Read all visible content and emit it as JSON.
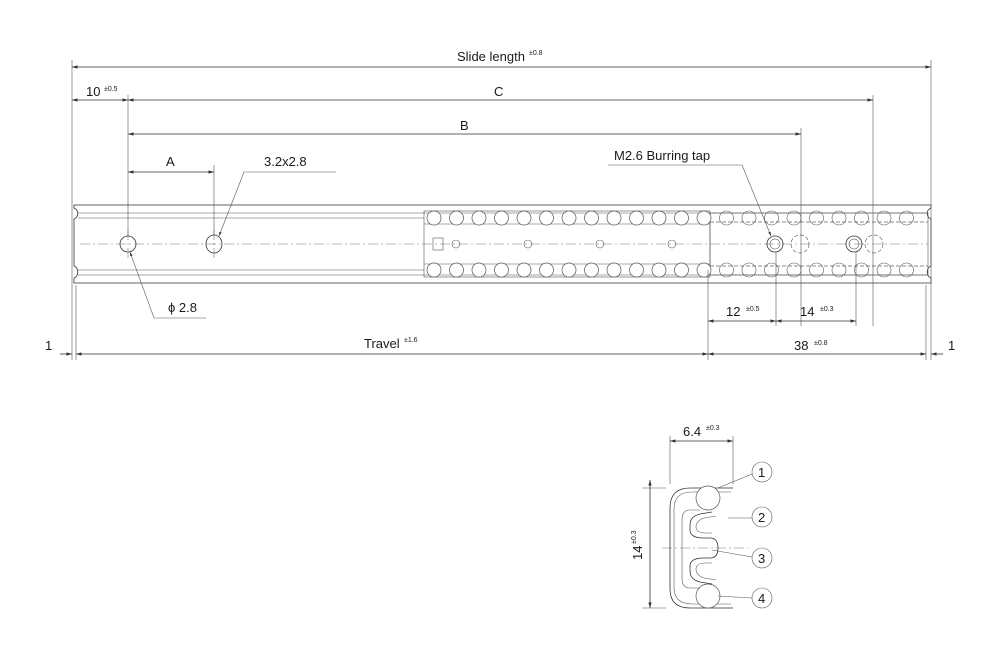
{
  "dimensions": {
    "slide_length": {
      "label": "Slide length",
      "tol": "±0.8"
    },
    "offset_10": {
      "label": "10",
      "tol": "±0.5"
    },
    "c": {
      "label": "C"
    },
    "b": {
      "label": "B"
    },
    "a": {
      "label": "A"
    },
    "slot": {
      "label": "3.2x2.8"
    },
    "burring_tap": {
      "label": "M2.6 Burring tap"
    },
    "hole": {
      "label": "ϕ 2.8"
    },
    "dim_12": {
      "label": "12",
      "tol": "±0.5"
    },
    "dim_14": {
      "label": "14",
      "tol": "±0.3"
    },
    "end_left": {
      "label": "1"
    },
    "travel": {
      "label": "Travel",
      "tol": "±1.6"
    },
    "dim_38": {
      "label": "38",
      "tol": "±0.8"
    },
    "end_right": {
      "label": "1"
    }
  },
  "section": {
    "width": {
      "label": "6.4",
      "tol": "±0.3"
    },
    "height": {
      "label": "14",
      "tol": "±0.3"
    },
    "callouts": [
      "1",
      "2",
      "3",
      "4"
    ]
  }
}
